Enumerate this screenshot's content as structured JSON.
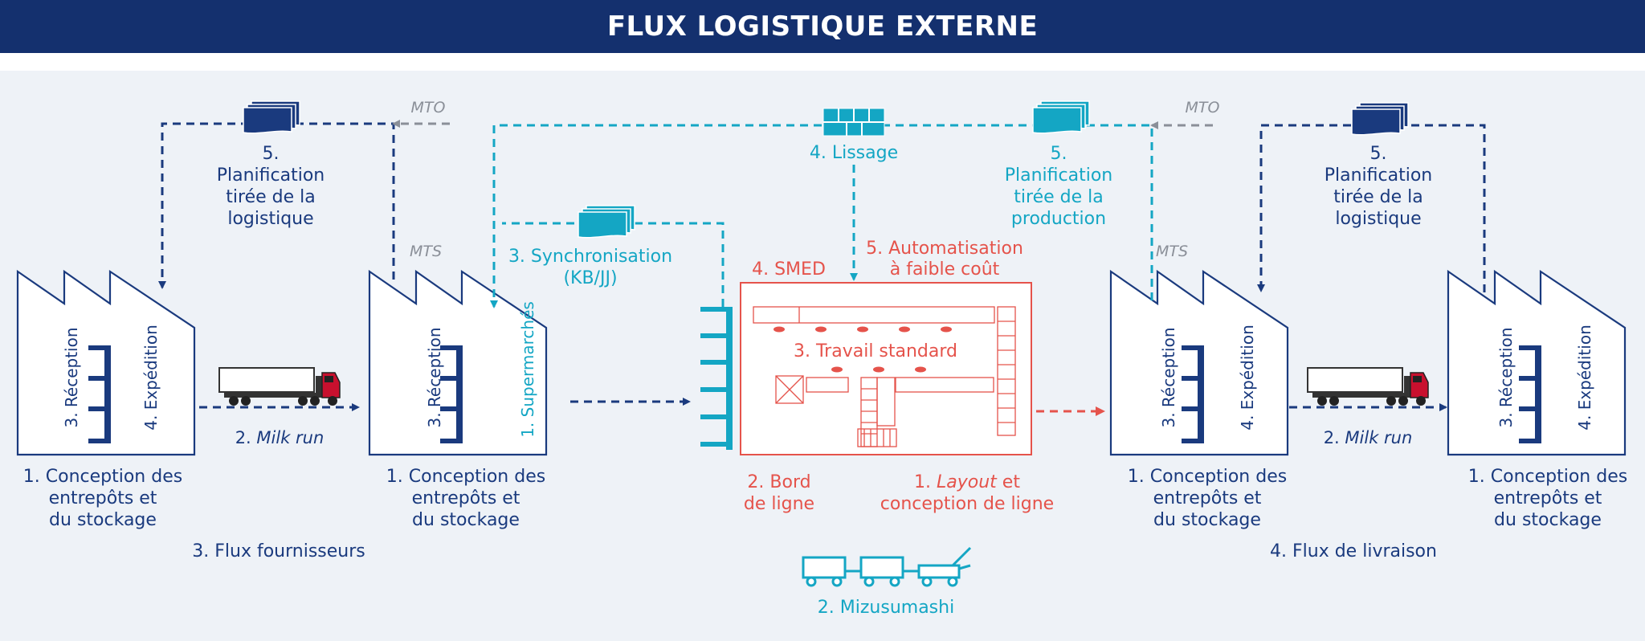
{
  "header": {
    "title": "FLUX LOGISTIQUE EXTERNE"
  },
  "colors": {
    "navy": "#1a3a7e",
    "teal": "#14a6c4",
    "red": "#e5534b",
    "grey": "#8a8f98",
    "header_bg": "#14306e",
    "panel_bg": "#eef2f7"
  },
  "mto": "MTO",
  "mts": "MTS",
  "planning_log": [
    "5.",
    "Planification",
    "tirée de la",
    "logistique"
  ],
  "planning_prod": [
    "5.",
    "Planification",
    "tirée de la",
    "production"
  ],
  "lissage": "4. Lissage",
  "sync": [
    "3. Synchronisation",
    "(KB/JJ)"
  ],
  "smed": "4. SMED",
  "auto": [
    "5. Automatisation",
    "à faible coût"
  ],
  "travail": "3. Travail standard",
  "bord": [
    "2. Bord",
    "de ligne"
  ],
  "layout": {
    "prefix": "1. ",
    "italic": "Layout",
    "suffix": " et",
    "line2": "conception de ligne"
  },
  "reception": "3. Réception",
  "expedition": "4. Expédition",
  "supermarches": "1. Supermarchés",
  "milk_run": {
    "prefix": "2. ",
    "italic": "Milk run"
  },
  "conception": [
    "1. Conception des",
    "entrepôts et",
    "du stockage"
  ],
  "flux_fournisseurs": "3. Flux fournisseurs",
  "flux_livraison": "4. Flux de livraison",
  "mizusumashi": "2. Mizusumashi"
}
